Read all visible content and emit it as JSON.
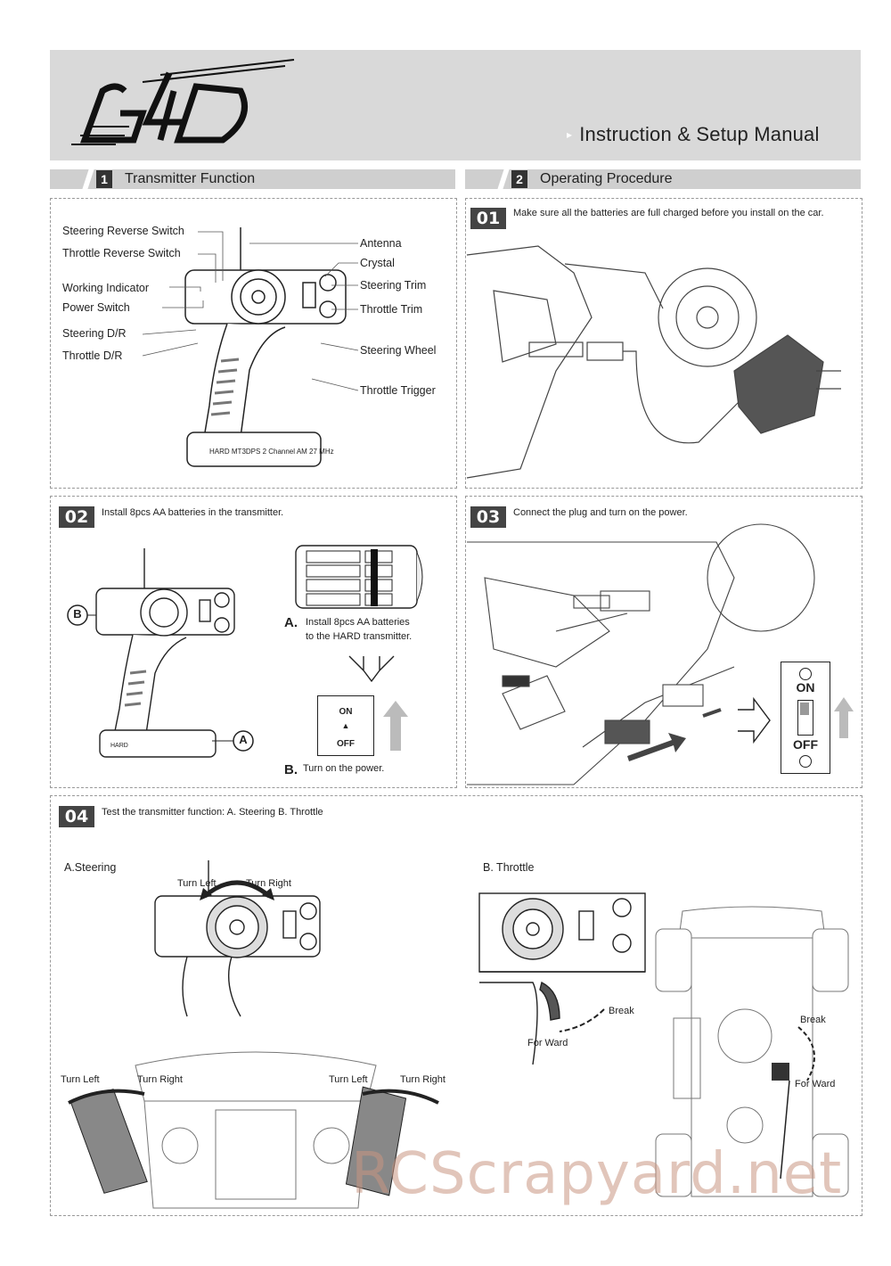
{
  "header": {
    "logo_text": "G4D",
    "subtitle": "Instruction & Setup Manual"
  },
  "sections": [
    {
      "number": "1",
      "title": "Transmitter Function"
    },
    {
      "number": "2",
      "title": "Operating Procedure"
    }
  ],
  "transmitter_labels": {
    "left": [
      "Steering Reverse Switch",
      "Throttle Reverse Switch",
      "Working Indicator",
      "Power Switch",
      "Steering D/R",
      "Throttle D/R"
    ],
    "right": [
      "Antenna",
      "Crystal",
      "Steering Trim",
      "Throttle Trim",
      "Steering Wheel",
      "Throttle Trigger"
    ]
  },
  "steps": [
    {
      "number": "01",
      "text": "Make sure all the batteries are full charged before you install on the car."
    },
    {
      "number": "02",
      "text": "Install 8pcs AA batteries in the transmitter."
    },
    {
      "number": "03",
      "text": "Connect the plug and turn on the power."
    },
    {
      "number": "04",
      "text": "Test the transmitter function: A. Steering B. Throttle"
    }
  ],
  "step02": {
    "callout_a": "A",
    "callout_b": "B",
    "note_a_letter": "A.",
    "note_a_text_1": "Install 8pcs AA batteries",
    "note_a_text_2": "to the HARD transmitter.",
    "note_b_letter": "B.",
    "note_b_text": "Turn on the power.",
    "switch_on": "ON",
    "switch_off": "OFF",
    "tx_brand": "HARD"
  },
  "step03": {
    "switch_on": "ON",
    "switch_off": "OFF"
  },
  "step04": {
    "steering_title": "A.Steering",
    "throttle_title": "B. Throttle",
    "turn_left": "Turn Left",
    "turn_right": "Turn Right",
    "break": "Break",
    "forward": "For Ward"
  },
  "watermark": "RCScrapyard.net",
  "colors": {
    "header_bg": "#d9d9d9",
    "section_bar": "#cfcfcf",
    "step_badge": "#444444",
    "watermark": "#c89682"
  }
}
